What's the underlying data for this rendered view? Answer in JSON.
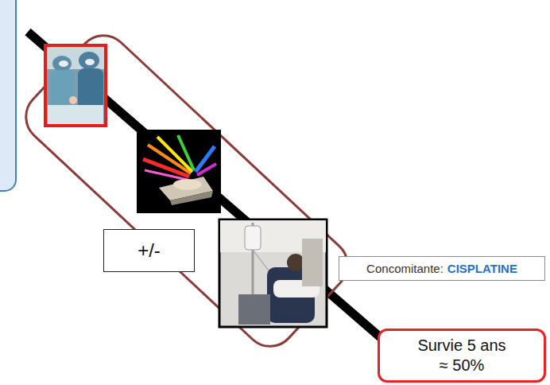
{
  "diagram": {
    "nodes": [
      {
        "text": [
          "+/-"
        ]
      },
      {
        "text": [
          "Concomitante:",
          "CISPLATINE"
        ]
      },
      {
        "text": [
          "Survie 5 ans ≈ 50%"
        ]
      }
    ]
  }
}
